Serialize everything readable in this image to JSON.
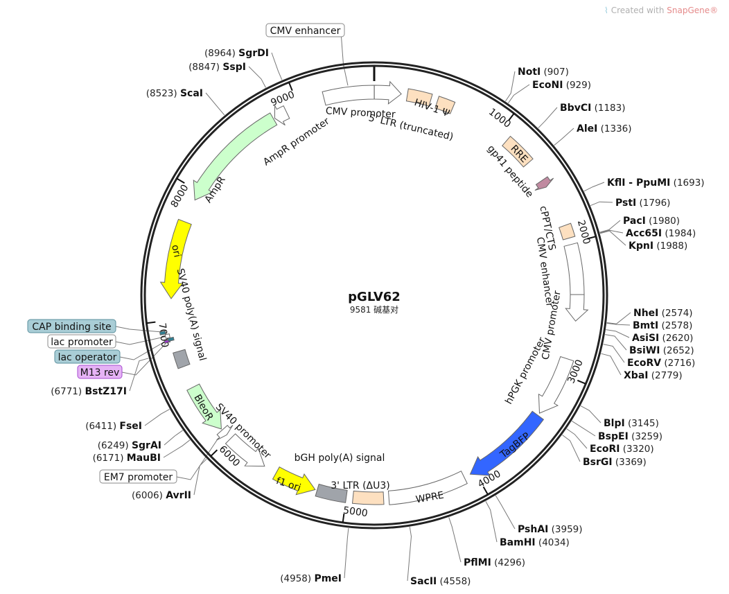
{
  "watermark": {
    "prefix": "Created with ",
    "brand": "SnapGene®"
  },
  "plasmid": {
    "name": "pGLV62",
    "length_label": "9581 碱基对",
    "total_bp": 9581
  },
  "ticks": [
    "1000",
    "2000",
    "3000",
    "4000",
    "5000",
    "6000",
    "7000",
    "8000",
    "9000"
  ],
  "features": [
    {
      "label": "CMV enhancer",
      "start": 9200,
      "end": 9581,
      "dir": 0,
      "color": "#ffffff",
      "style": "boxed"
    },
    {
      "label": "CMV promoter",
      "start": 1,
      "end": 204,
      "dir": 1,
      "color": "#ffffff"
    },
    {
      "label": "5' LTR (truncated)",
      "start": 250,
      "end": 430,
      "dir": 0,
      "color": "#fde0c0"
    },
    {
      "label": "HIV-1 Ψ",
      "start": 480,
      "end": 605,
      "dir": 0,
      "color": "#fde0c0"
    },
    {
      "label": "RRE",
      "start": 1080,
      "end": 1313,
      "dir": 0,
      "color": "#fde0c0"
    },
    {
      "label": "gp41 peptide",
      "start": 1480,
      "end": 1540,
      "dir": 1,
      "color": "#c08aa0"
    },
    {
      "label": "cPPT/CTS",
      "start": 1860,
      "end": 1960,
      "dir": 0,
      "color": "#fde0c0"
    },
    {
      "label": "CMV enhancer",
      "start": 2010,
      "end": 2390,
      "dir": 0,
      "color": "#ffffff"
    },
    {
      "label": "CMV promoter",
      "start": 2390,
      "end": 2590,
      "dir": 1,
      "color": "#ffffff"
    },
    {
      "label": "hPGK promoter",
      "start": 2880,
      "end": 3340,
      "dir": 1,
      "color": "#ffffff"
    },
    {
      "label": "TagBFP",
      "start": 3360,
      "end": 4040,
      "dir": 1,
      "color": "#3366ff"
    },
    {
      "label": "WPRE",
      "start": 4090,
      "end": 4680,
      "dir": 0,
      "color": "#ffffff"
    },
    {
      "label": "3' LTR (ΔU3)",
      "start": 4720,
      "end": 4950,
      "dir": 0,
      "color": "#fde0c0"
    },
    {
      "label": "bGH poly(A) signal",
      "start": 5000,
      "end": 5225,
      "dir": 0,
      "color": "#a0a4aa"
    },
    {
      "label": "f1 ori",
      "start": 5240,
      "end": 5560,
      "dir": -1,
      "color": "#ffff00"
    },
    {
      "label": "SV40 promoter",
      "start": 5660,
      "end": 5990,
      "dir": -1,
      "color": "#ffffff"
    },
    {
      "label": "EM7 promoter",
      "start": 6030,
      "end": 6080,
      "dir": -1,
      "color": "#ffffff",
      "style": "boxed"
    },
    {
      "label": "BleoR",
      "start": 6090,
      "end": 6470,
      "dir": -1,
      "color": "#ccffcc"
    },
    {
      "label": "SV40 poly(A) signal",
      "start": 6640,
      "end": 6760,
      "dir": 0,
      "color": "#a0a4aa"
    },
    {
      "label": "M13 rev",
      "start": 6843,
      "end": 6860,
      "dir": 0,
      "color": "#9933cc",
      "style": "boxed",
      "box_color": "#e6b3f5"
    },
    {
      "label": "lac operator",
      "start": 6850,
      "end": 6872,
      "dir": 0,
      "color": "#2e8094",
      "style": "boxed",
      "box_color": "#a9cdd6"
    },
    {
      "label": "lac promoter",
      "start": 6874,
      "end": 6902,
      "dir": 0,
      "color": "#ffffff",
      "style": "boxed"
    },
    {
      "label": "CAP binding site",
      "start": 6906,
      "end": 6928,
      "dir": 0,
      "color": "#2e8094",
      "style": "boxed",
      "box_color": "#a9cdd6"
    },
    {
      "label": "ori",
      "start": 7160,
      "end": 7750,
      "dir": -1,
      "color": "#ffff00"
    },
    {
      "label": "AmpR",
      "start": 7930,
      "end": 8790,
      "dir": -1,
      "color": "#ccffcc"
    },
    {
      "label": "AmpR promoter",
      "start": 8800,
      "end": 8900,
      "dir": -1,
      "color": "#ffffff"
    }
  ],
  "enzymes": [
    {
      "name": "NotI",
      "pos": "907"
    },
    {
      "name": "EcoNI",
      "pos": "929"
    },
    {
      "name": "BbvCI",
      "pos": "1183"
    },
    {
      "name": "AleI",
      "pos": "1336"
    },
    {
      "name": "KflI - PpuMI",
      "pos": "1693"
    },
    {
      "name": "PstI",
      "pos": "1796"
    },
    {
      "name": "PacI",
      "pos": "1980"
    },
    {
      "name": "Acc65I",
      "pos": "1984"
    },
    {
      "name": "KpnI",
      "pos": "1988"
    },
    {
      "name": "NheI",
      "pos": "2574"
    },
    {
      "name": "BmtI",
      "pos": "2578"
    },
    {
      "name": "AsiSI",
      "pos": "2620"
    },
    {
      "name": "BsiWI",
      "pos": "2652"
    },
    {
      "name": "EcoRV",
      "pos": "2716"
    },
    {
      "name": "XbaI",
      "pos": "2779"
    },
    {
      "name": "BlpI",
      "pos": "3145"
    },
    {
      "name": "BspEI",
      "pos": "3259"
    },
    {
      "name": "EcoRI",
      "pos": "3320"
    },
    {
      "name": "BsrGI",
      "pos": "3369"
    },
    {
      "name": "PshAI",
      "pos": "3959"
    },
    {
      "name": "BamHI",
      "pos": "4034"
    },
    {
      "name": "PflMI",
      "pos": "4296"
    },
    {
      "name": "SacII",
      "pos": "4558"
    },
    {
      "name": "PmeI",
      "pos": "4958"
    },
    {
      "name": "AvrII",
      "pos": "6006"
    },
    {
      "name": "MauBI",
      "pos": "6171"
    },
    {
      "name": "SgrAI",
      "pos": "6249"
    },
    {
      "name": "FseI",
      "pos": "6411"
    },
    {
      "name": "BstZ17I",
      "pos": "6771"
    },
    {
      "name": "ScaI",
      "pos": "8523"
    },
    {
      "name": "SspI",
      "pos": "8847"
    },
    {
      "name": "SgrDI",
      "pos": "8964"
    }
  ]
}
